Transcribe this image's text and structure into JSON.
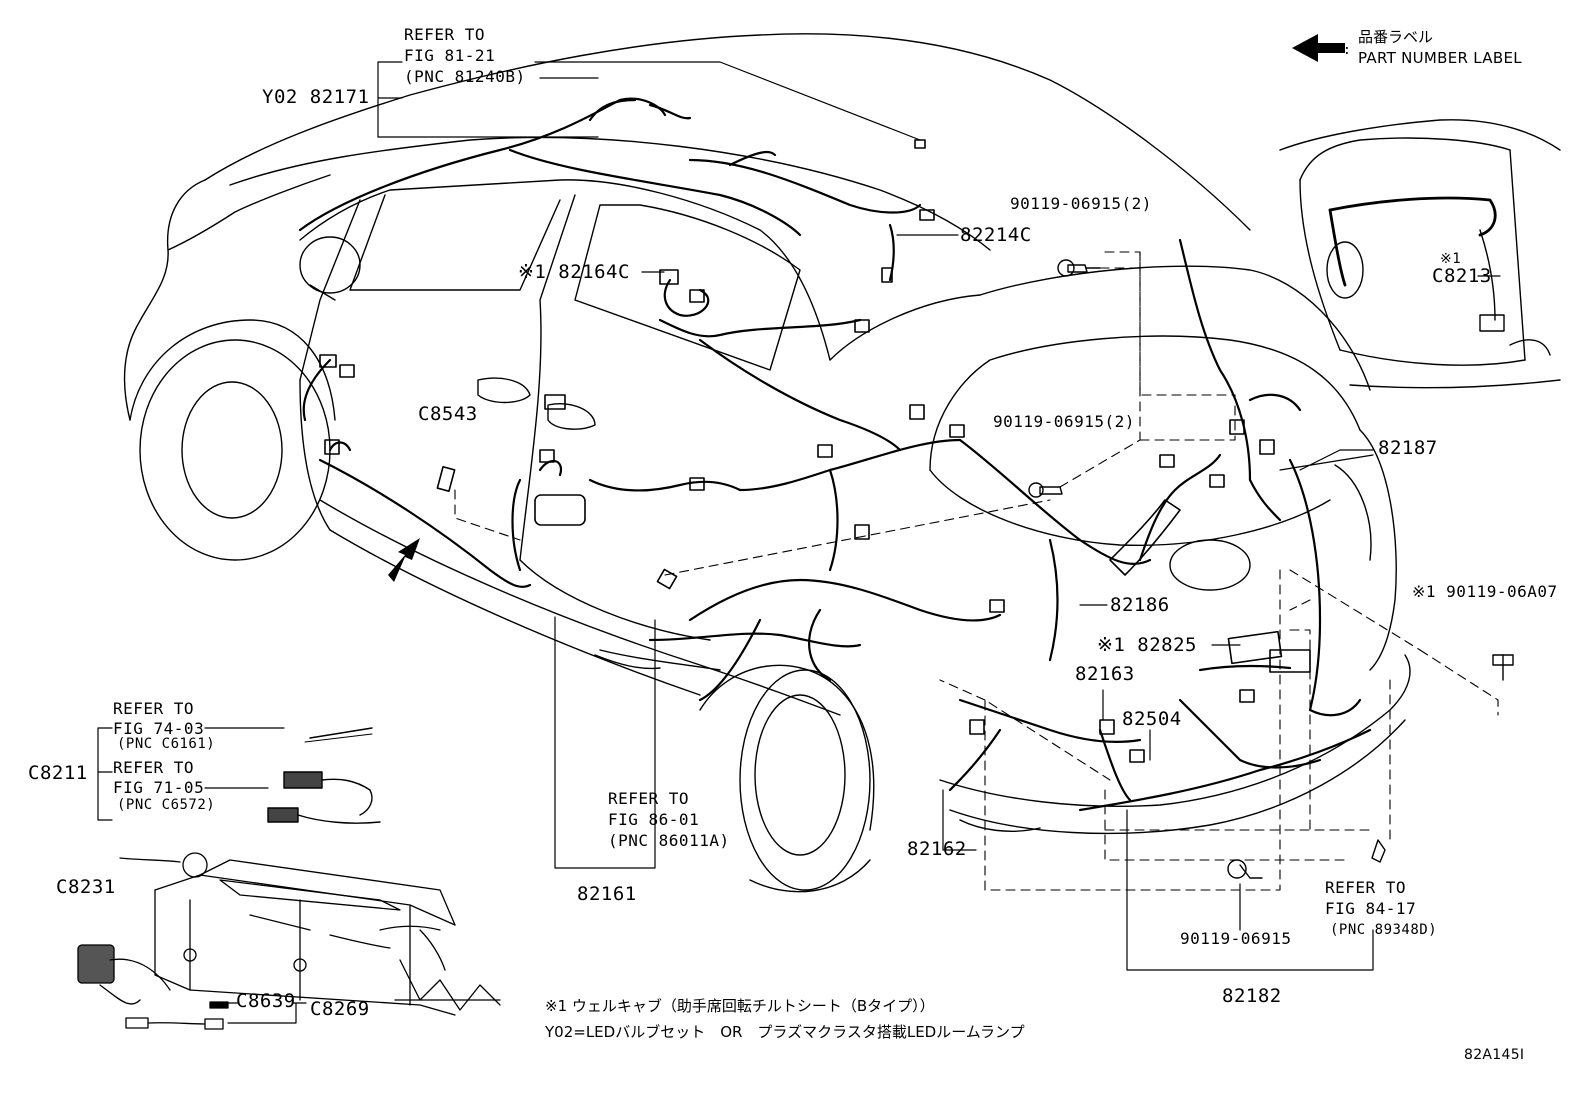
{
  "legend": {
    "japanese": "品番ラベル",
    "english": "PART NUMBER LABEL",
    "separator": ":"
  },
  "references": {
    "fig_81_21": {
      "line1": "REFER TO",
      "line2": "FIG 81-21",
      "line3": "(PNC 81240B)"
    },
    "fig_74_03": {
      "line1": "REFER TO",
      "line2": "FIG 74-03",
      "line3": "(PNC C6161)"
    },
    "fig_71_05": {
      "line1": "REFER TO",
      "line2": "FIG 71-05",
      "line3": "(PNC C6572)"
    },
    "fig_86_01": {
      "line1": "REFER TO",
      "line2": "FIG 86-01",
      "line3": "(PNC 86011A)"
    },
    "fig_84_17": {
      "line1": "REFER TO",
      "line2": "FIG 84-17",
      "line3": "(PNC 89348D)"
    }
  },
  "parts": {
    "p82171": "Y02 82171",
    "p82214c": "82214C",
    "p90119_06915_2a": "90119-06915(2)",
    "p90119_06915_2b": "90119-06915(2)",
    "p82164c": "※1 82164C",
    "p8213": "C8213",
    "p8213_mark": "※1",
    "pc8543": "C8543",
    "p82187": "82187",
    "p90119_06a07": "※1 90119-06A07",
    "p82186": "82186",
    "p82825": "※1 82825",
    "p82163": "82163",
    "p82504": "82504",
    "pc8211": "C8211",
    "p82162": "82162",
    "p82161": "82161",
    "p90119_06915": "90119-06915",
    "p82182": "82182",
    "pc8231": "C8231",
    "pc8639": "C8639",
    "pc8269": "C8269"
  },
  "notes": {
    "note1": "※1 ウェルキャブ（助手席回転チルトシート（Bタイプ））",
    "note2": "Y02=LEDバルブセット　OR　プラズマクラスタ搭載LEDルームランプ"
  },
  "figure_id": "82A145I"
}
